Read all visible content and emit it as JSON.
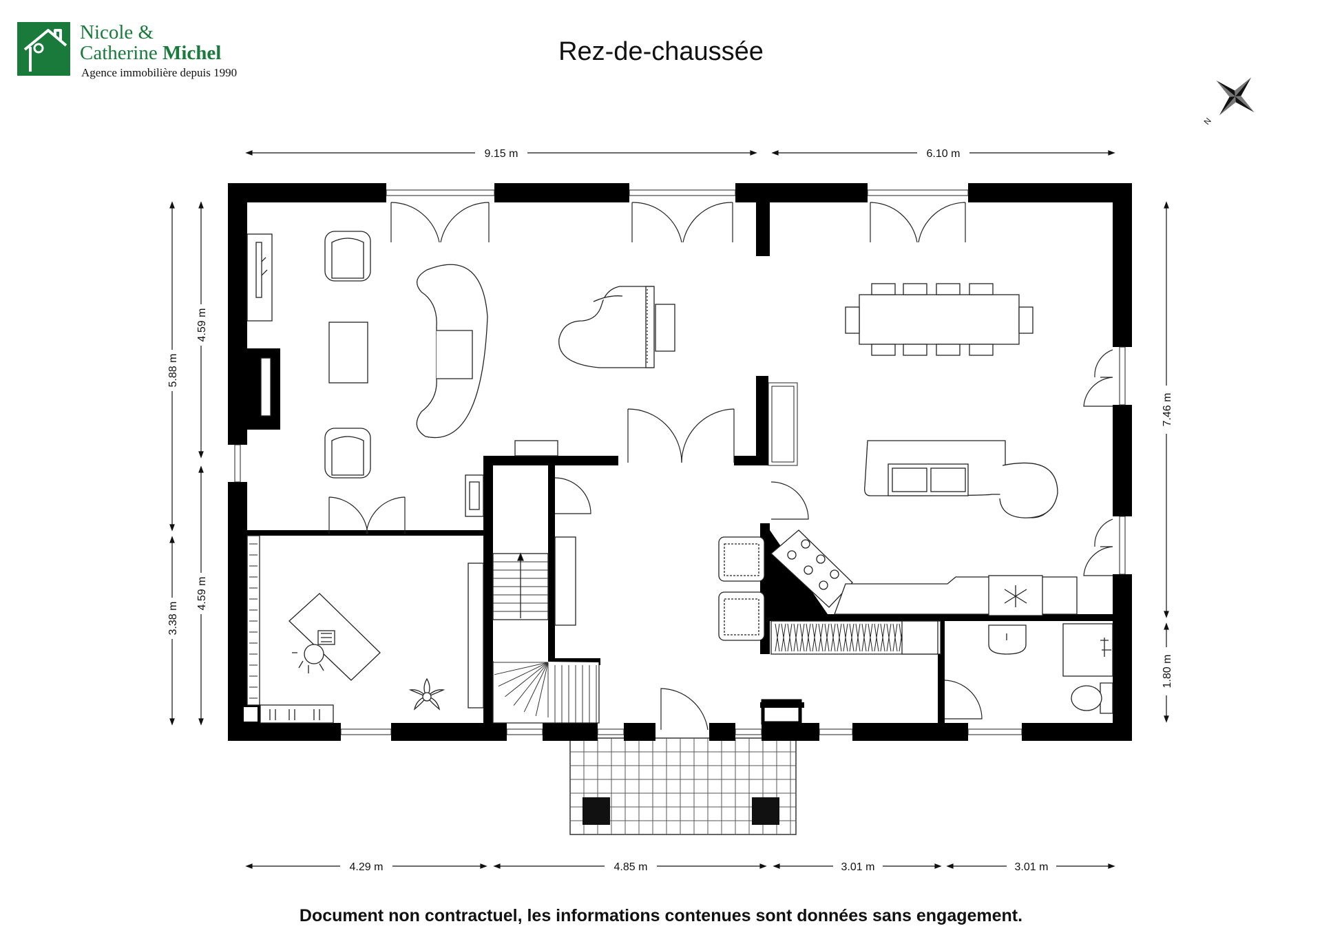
{
  "logo": {
    "line1": "Nicole &",
    "line2_first": "Catherine",
    "line2_second": "Michel",
    "tagline": "Agence immobilière depuis 1990",
    "brand_color": "#1a7a3c"
  },
  "title": "Rez-de-chaussée",
  "compass": {
    "north_label": "N",
    "icon": "compass-rose-icon"
  },
  "dimensions": {
    "top": [
      "9.15 m",
      "6.10 m"
    ],
    "bottom": [
      "4.29 m",
      "4.85 m",
      "3.01 m",
      "3.01 m"
    ],
    "left_outer": [
      "5.88 m",
      "3.38 m"
    ],
    "left_inner": [
      "4.59 m",
      "4.59 m"
    ],
    "right": [
      "7.46 m",
      "1.80 m"
    ]
  },
  "disclaimer": "Document non contractuel, les informations contenues sont données sans engagement.",
  "colors": {
    "wall": "#000000",
    "line": "#222222",
    "background": "#ffffff"
  }
}
